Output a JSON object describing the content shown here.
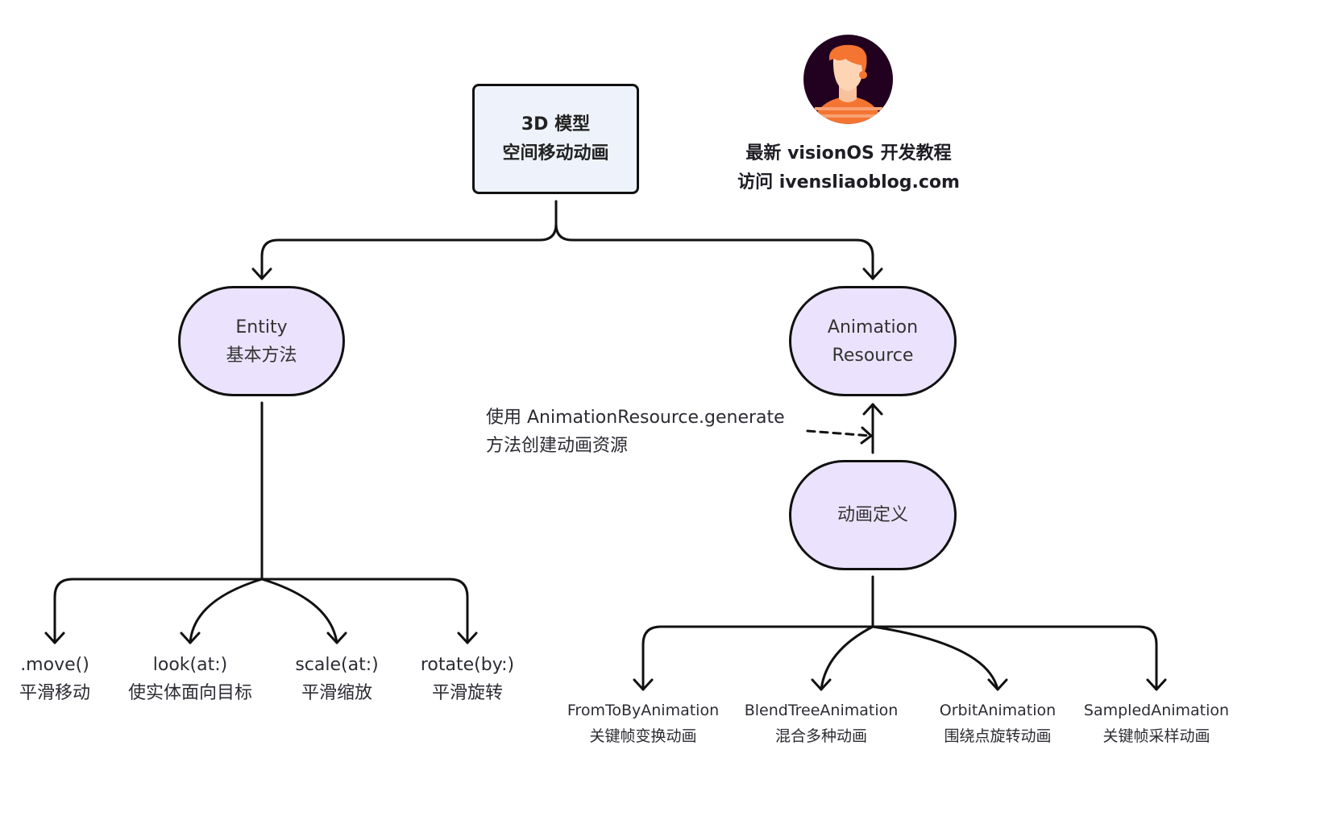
{
  "root": {
    "line1": "3D 模型",
    "line2": "空间移动动画"
  },
  "promo": {
    "line1": "最新 visionOS 开发教程",
    "line2": "访问 ivensliaoblog.com"
  },
  "entity": {
    "line1": "Entity",
    "line2": "基本方法",
    "methods": [
      {
        "name": ".move()",
        "desc": "平滑移动"
      },
      {
        "name": "look(at:)",
        "desc": "使实体面向目标"
      },
      {
        "name": "scale(at:)",
        "desc": "平滑缩放"
      },
      {
        "name": "rotate(by:)",
        "desc": "平滑旋转"
      }
    ]
  },
  "resource": {
    "line1": "Animation",
    "line2": "Resource"
  },
  "note": {
    "line1": "使用 AnimationResource.generate",
    "line2": "方法创建动画资源"
  },
  "definition": {
    "label": "动画定义",
    "types": [
      {
        "name": "FromToByAnimation",
        "desc": "关键帧变换动画"
      },
      {
        "name": "BlendTreeAnimation",
        "desc": "混合多种动画"
      },
      {
        "name": "OrbitAnimation",
        "desc": "围绕点旋转动画"
      },
      {
        "name": "SampledAnimation",
        "desc": "关键帧采样动画"
      }
    ]
  },
  "colors": {
    "root_fill": "#eef2fb",
    "node_fill": "#ebe3fe",
    "stroke": "#111111",
    "avatar_bg": "#22001f",
    "avatar_hair": "#f47432",
    "avatar_skin": "#fdd5b5"
  }
}
